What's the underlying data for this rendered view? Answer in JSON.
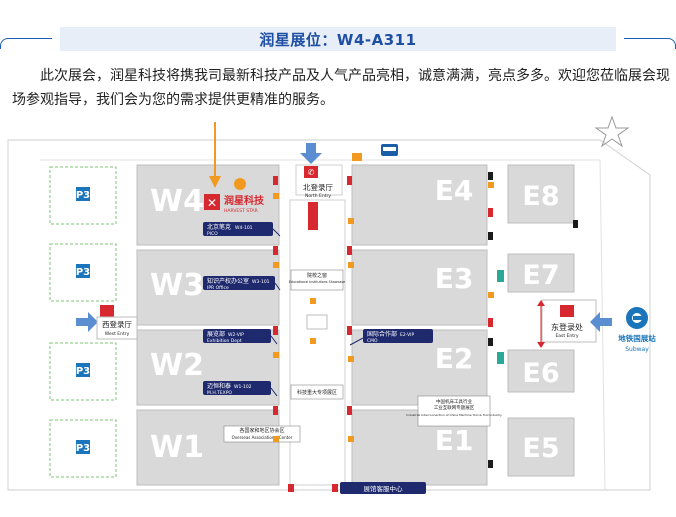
{
  "header": {
    "title": "润星展位：W4-A311",
    "intro": "此次展会，润星科技将携我司最新科技产品及人气产品亮相，诚意满满，亮点多多。欢迎您莅临展会现场参观指导，我们会为您的需求提供更精准的服务。"
  },
  "map": {
    "halls_west": [
      "W4",
      "W3",
      "W2",
      "W1"
    ],
    "halls_east": [
      "E4",
      "E3",
      "E2",
      "E1"
    ],
    "halls_far_east": [
      "E8",
      "E7",
      "E6",
      "E5"
    ],
    "parking": [
      "P3",
      "P3",
      "P3",
      "P3"
    ],
    "brand": {
      "name_cn": "润星科技",
      "name_en": "HARVEST STAR"
    },
    "entries": {
      "north": {
        "cn": "北登录厅",
        "en": "North Entry"
      },
      "west": {
        "cn": "西登录厅",
        "en": "West Entry"
      },
      "east": {
        "cn": "东登录处",
        "en": "East Entry"
      }
    },
    "subway": {
      "cn": "地铁国展站",
      "en": "Subway"
    },
    "labels": {
      "pico": {
        "cn": "北京笔克",
        "en": "PICO",
        "code": "W4-101"
      },
      "ipr": {
        "cn": "知识产权办公室",
        "en": "IPR Office",
        "code": "W3-101"
      },
      "exhibition_dept": {
        "cn": "展览部",
        "en": "Exhibition Dept",
        "code": "W2-VIP"
      },
      "mh_texpo": {
        "cn": "迈恒和泰",
        "en": "M.H.TEXPO",
        "code": "W1-102"
      },
      "cmo": {
        "cn": "国际合作部",
        "en": "CMO",
        "code": "E2-VIP"
      },
      "edu": {
        "cn": "院校之窗",
        "en": "Educational Institutions Showcase"
      },
      "sci": {
        "cn": "科技重大专项展区"
      },
      "overseas": {
        "cn": "各国家和地区协会区",
        "en": "Overseas Associations' Center"
      },
      "cmtba": {
        "cn": "中国机床工具行业",
        "sub": "工业互联网专题展区",
        "en": "Industrial Interconnection of China Machine Tool & Tool Industry"
      },
      "service": {
        "cn": "展馆客服中心"
      }
    }
  },
  "colors": {
    "title_blue": "#1e4fa3",
    "hall_gray": "#d9d9d9",
    "hall_text": "#ffffff",
    "label_navy": "#1f2a6e",
    "parking_blue": "#1b75bb",
    "entry_red": "#d7282f",
    "arrow_blue": "#5b8ed1",
    "pointer_orange": "#f29a1f"
  }
}
